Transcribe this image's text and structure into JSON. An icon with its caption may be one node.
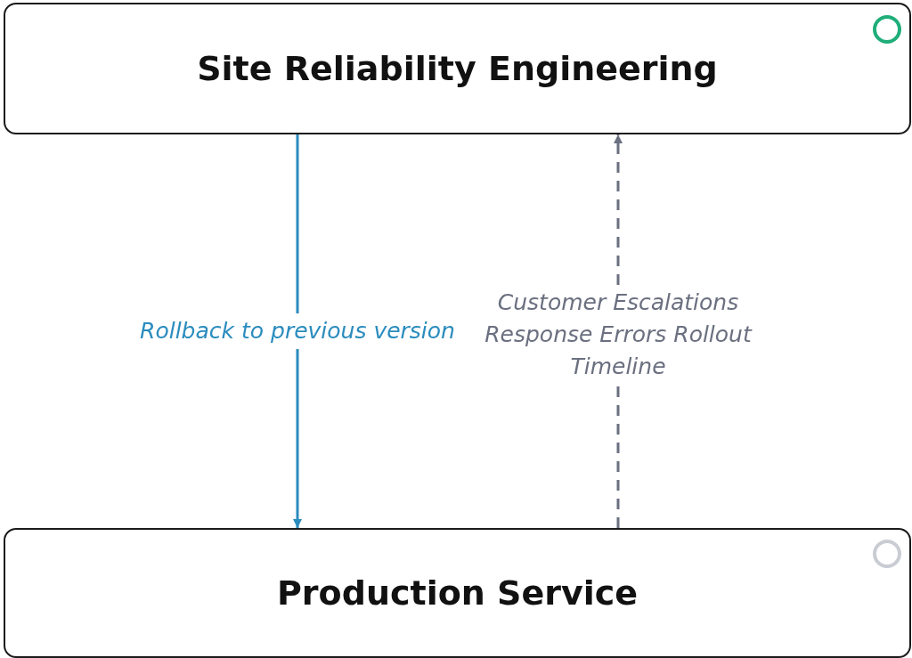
{
  "diagram": {
    "nodes": [
      {
        "text": [
          "Site Reliability Engineering"
        ]
      },
      {
        "text": [
          "Production Service"
        ]
      }
    ],
    "edges": [
      {
        "from": 0,
        "to": 1,
        "arrow": "to",
        "label": "Rollback to previous version",
        "color": "#2b8cbe"
      },
      {
        "from": 1,
        "to": 0,
        "arrow": "to",
        "label": "Customer Escalations Response Errors Rollout Timeline",
        "style": "dashed",
        "color": "#6b7080"
      }
    ]
  }
}
